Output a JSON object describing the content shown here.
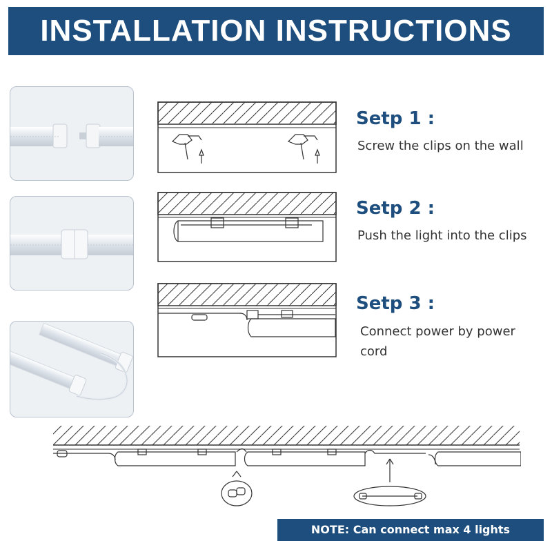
{
  "header": {
    "title": "INSTALLATION INSTRUCTIONS"
  },
  "steps": [
    {
      "title": "Setp 1 :",
      "description": "Screw the clips on the wall"
    },
    {
      "title": "Setp 2 :",
      "description": "Push the light into the clips"
    },
    {
      "title": "Setp 3 :",
      "description": "Connect power by power cord"
    }
  ],
  "note": {
    "text": "NOTE: Can connect max 4 lights"
  },
  "colors": {
    "brand_blue": "#1d4e7e",
    "text": "#333333",
    "line": "#333333"
  }
}
